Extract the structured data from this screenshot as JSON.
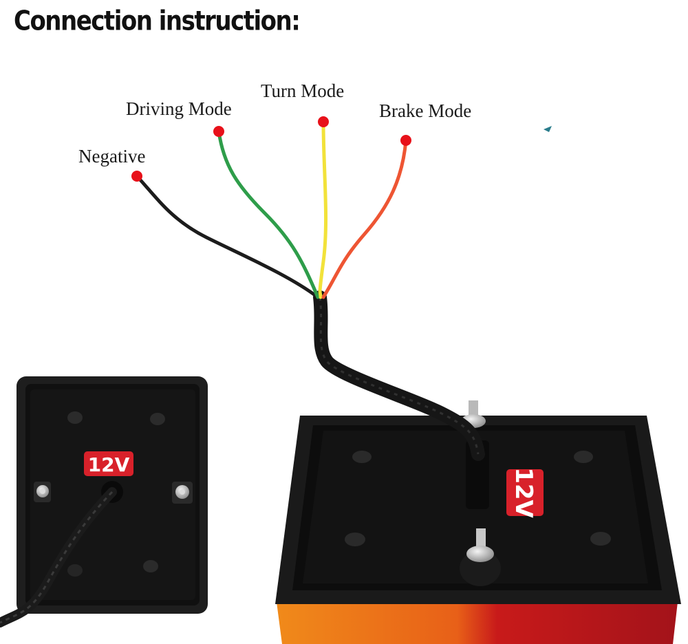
{
  "title": "Connection instruction:",
  "wires": {
    "negative": {
      "label": "Negative",
      "color": "#1c1c1c"
    },
    "driving": {
      "label": "Driving Mode",
      "color": "#2e9d4a"
    },
    "turn": {
      "label": "Turn Mode",
      "color": "#f2e23a"
    },
    "brake": {
      "label": "Brake Mode",
      "color": "#ee5533"
    }
  },
  "terminal_dot_color": "#e8111a",
  "lamp_front": {
    "voltage_label": "12V"
  },
  "lamp_back": {
    "voltage_label": "12V"
  }
}
